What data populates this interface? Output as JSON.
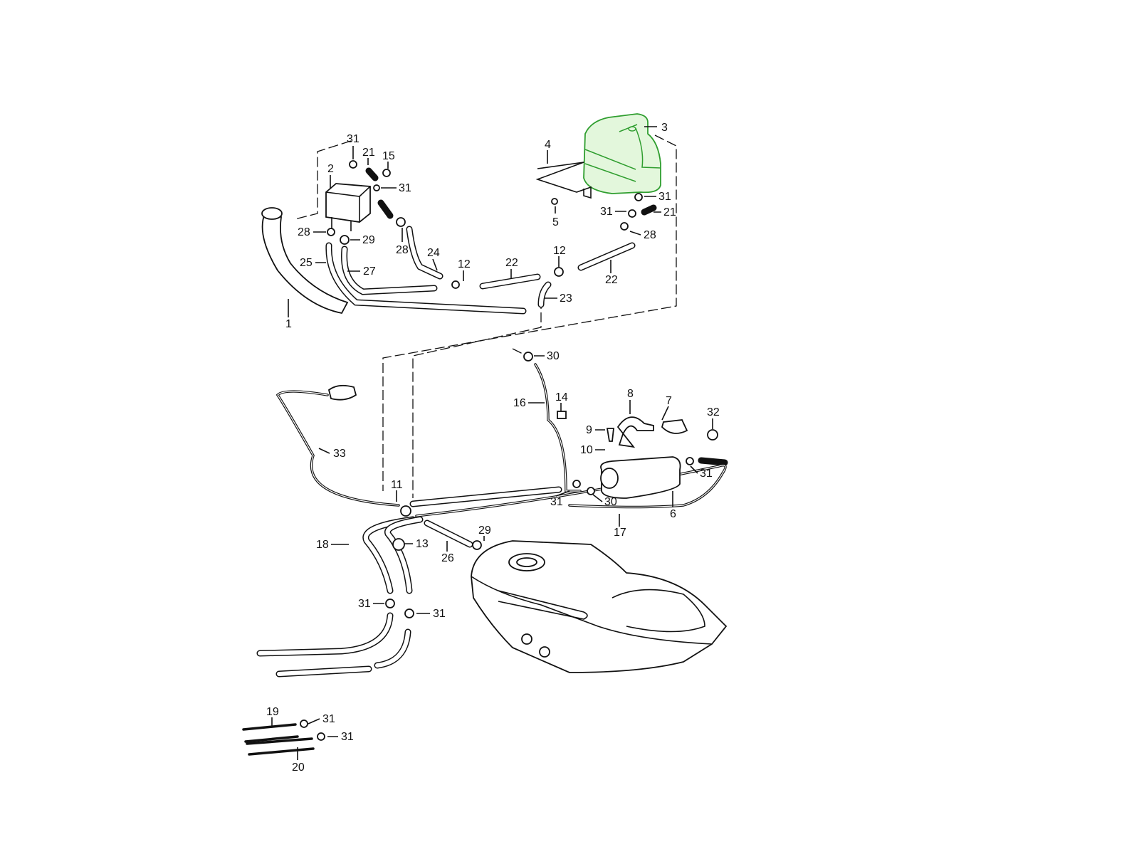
{
  "diagram": {
    "highlight_color": "#2f9e2f",
    "highlight_fill": "#e3f7dc",
    "labels": [
      {
        "id": "l31a",
        "text": "31"
      },
      {
        "id": "l21a",
        "text": "21"
      },
      {
        "id": "l15",
        "text": "15"
      },
      {
        "id": "l2",
        "text": "2"
      },
      {
        "id": "l31b",
        "text": "31"
      },
      {
        "id": "l28a",
        "text": "28"
      },
      {
        "id": "l29a",
        "text": "29"
      },
      {
        "id": "l28b",
        "text": "28"
      },
      {
        "id": "l25",
        "text": "25"
      },
      {
        "id": "l27",
        "text": "27"
      },
      {
        "id": "l24",
        "text": "24"
      },
      {
        "id": "l12a",
        "text": "12"
      },
      {
        "id": "l22a",
        "text": "22"
      },
      {
        "id": "l12b",
        "text": "12"
      },
      {
        "id": "l22b",
        "text": "22"
      },
      {
        "id": "l23",
        "text": "23"
      },
      {
        "id": "l1",
        "text": "1"
      },
      {
        "id": "l4",
        "text": "4"
      },
      {
        "id": "l3",
        "text": "3"
      },
      {
        "id": "l31c",
        "text": "31"
      },
      {
        "id": "l31d",
        "text": "31"
      },
      {
        "id": "l21b",
        "text": "21"
      },
      {
        "id": "l28c",
        "text": "28"
      },
      {
        "id": "l5",
        "text": "5"
      },
      {
        "id": "l30a",
        "text": "30"
      },
      {
        "id": "l14",
        "text": "14"
      },
      {
        "id": "l16",
        "text": "16"
      },
      {
        "id": "l8",
        "text": "8"
      },
      {
        "id": "l7",
        "text": "7"
      },
      {
        "id": "l32",
        "text": "32"
      },
      {
        "id": "l9",
        "text": "9"
      },
      {
        "id": "l10",
        "text": "10"
      },
      {
        "id": "l33",
        "text": "33"
      },
      {
        "id": "l11",
        "text": "11"
      },
      {
        "id": "l31e",
        "text": "31"
      },
      {
        "id": "l31f",
        "text": "31"
      },
      {
        "id": "l30b",
        "text": "30"
      },
      {
        "id": "l6",
        "text": "6"
      },
      {
        "id": "l17",
        "text": "17"
      },
      {
        "id": "l18",
        "text": "18"
      },
      {
        "id": "l13",
        "text": "13"
      },
      {
        "id": "l29b",
        "text": "29"
      },
      {
        "id": "l26",
        "text": "26"
      },
      {
        "id": "l31g",
        "text": "31"
      },
      {
        "id": "l31h",
        "text": "31"
      },
      {
        "id": "l19",
        "text": "19"
      },
      {
        "id": "l31i",
        "text": "31"
      },
      {
        "id": "l31j",
        "text": "31"
      },
      {
        "id": "l20",
        "text": "20"
      }
    ]
  }
}
